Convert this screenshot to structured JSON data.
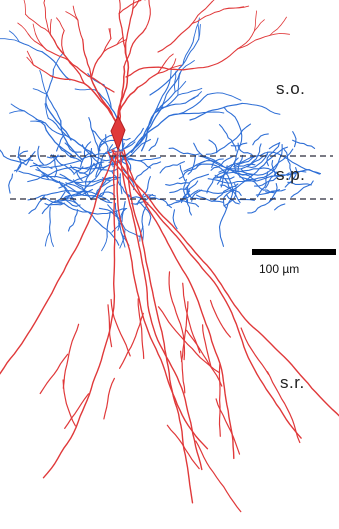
{
  "layers": [
    {
      "key": "so",
      "label": "s.o."
    },
    {
      "key": "sp",
      "label": "s.p."
    },
    {
      "key": "sr",
      "label": "s.r."
    }
  ],
  "scale_bar": {
    "label": "100 µm"
  },
  "colors": {
    "pyramidal_neuron": "#e0393a",
    "interneuron": "#2f6fd6",
    "layer_boundary": "#2b2b3a",
    "scale_bar": "#000000",
    "text": "#222222"
  }
}
